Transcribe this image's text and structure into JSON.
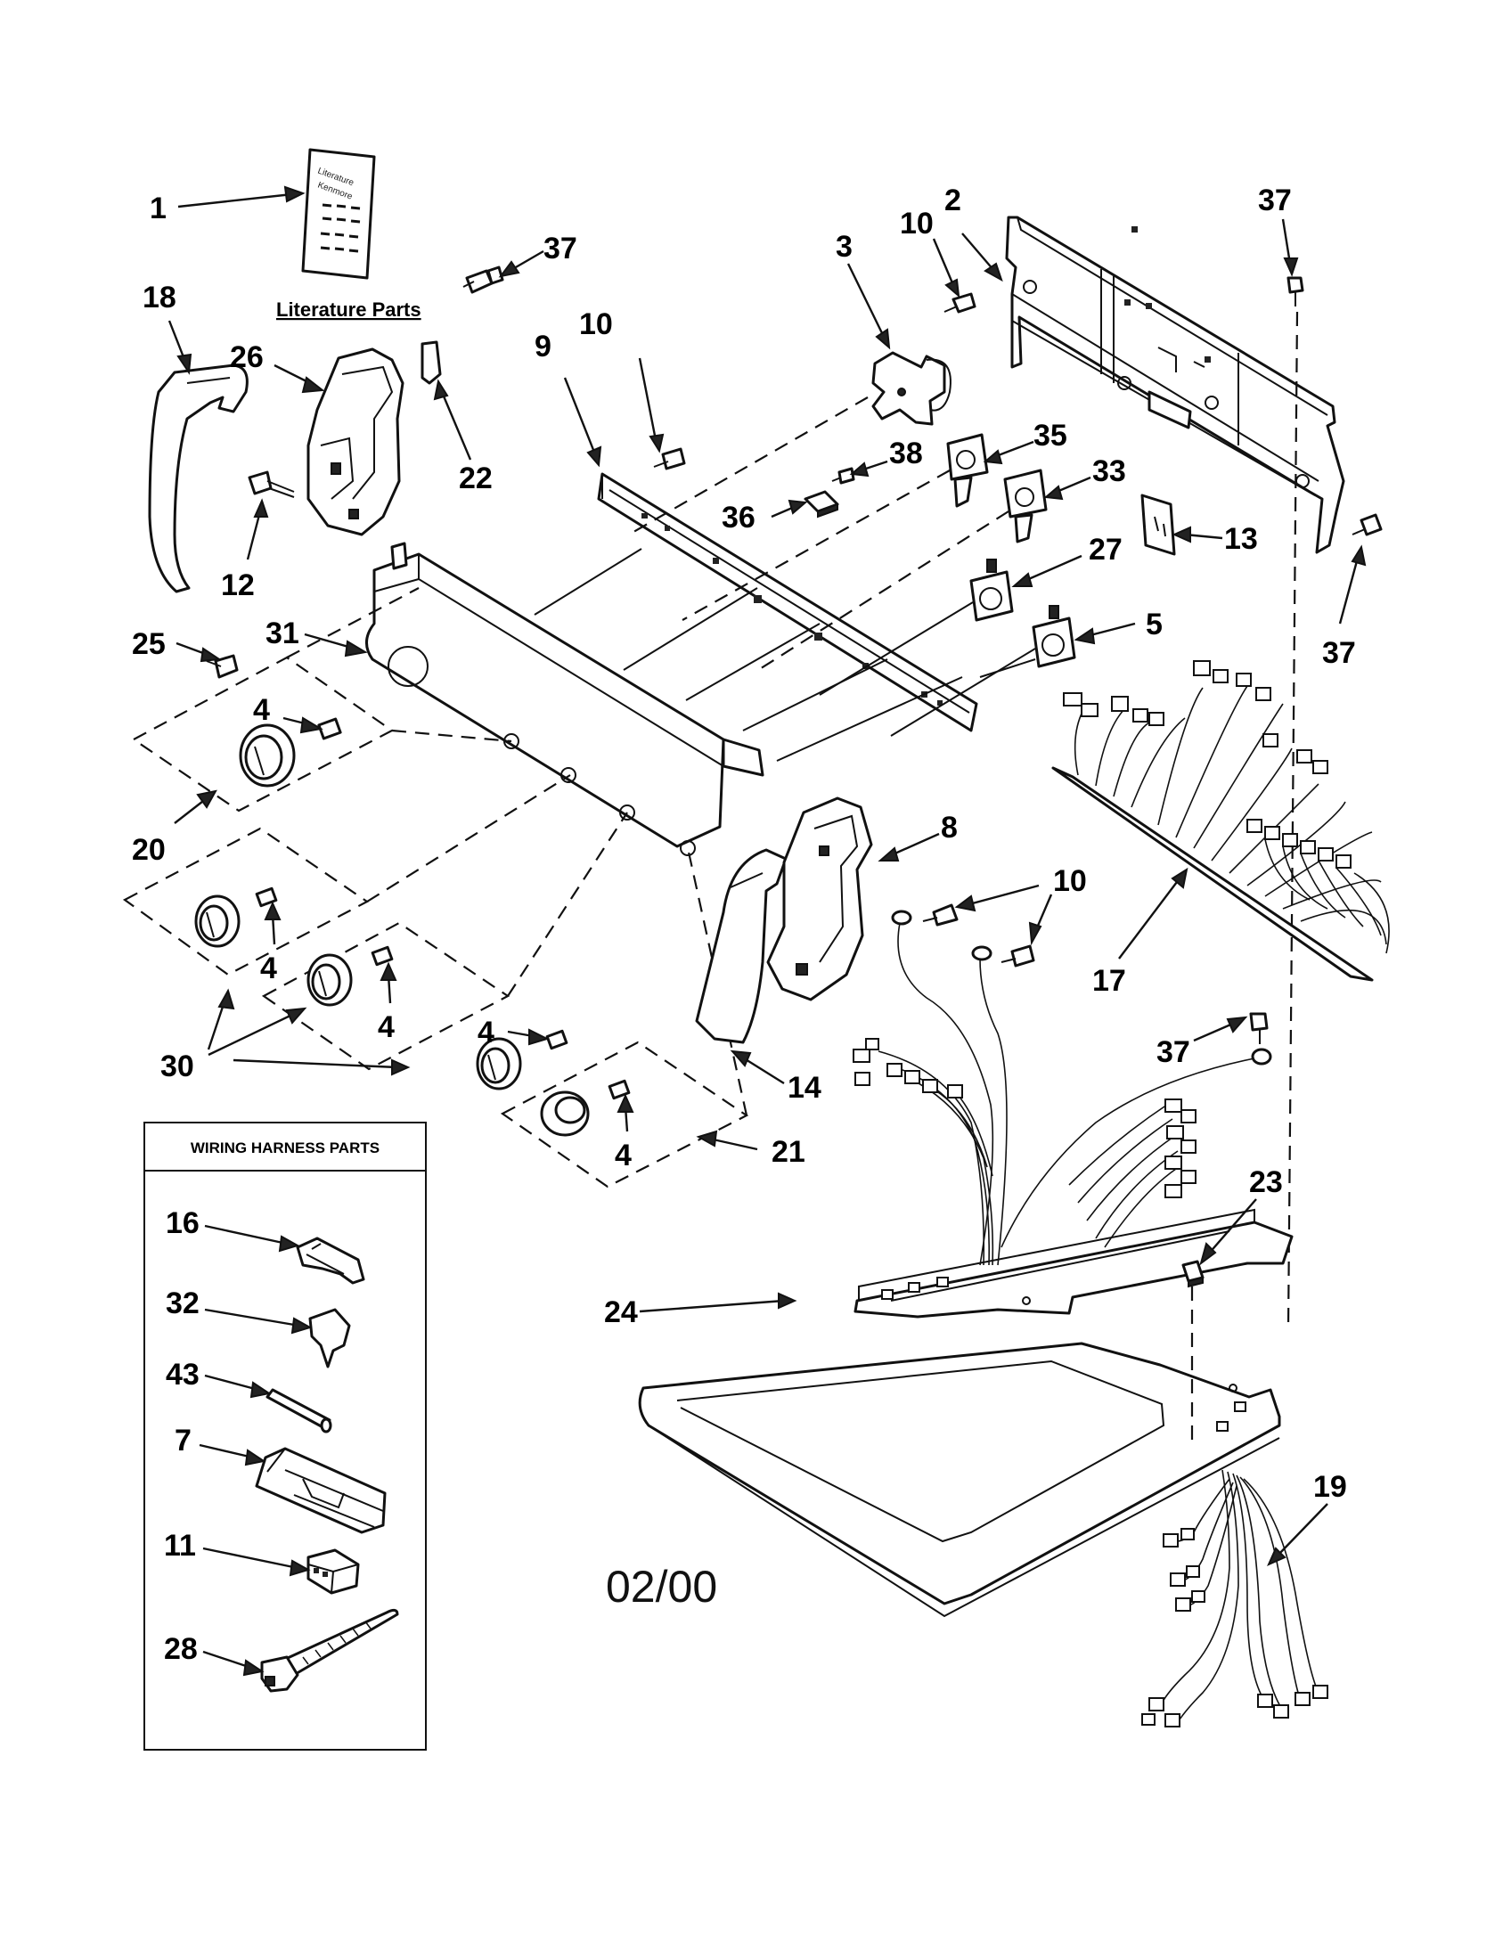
{
  "literature_label": "Literature Parts",
  "literature_booklet": {
    "brand_lines": [
      "Literature",
      "Kenmore"
    ]
  },
  "wiring_box_title": "WIRING HARNESS PARTS",
  "date_code": "02/00",
  "callouts": {
    "p1": "1",
    "p18": "18",
    "p26": "26",
    "p37a": "37",
    "p22": "22",
    "p12": "12",
    "p9": "9",
    "p10a": "10",
    "p3": "3",
    "p10b": "10",
    "p2": "2",
    "p37b": "37",
    "p35": "35",
    "p38": "38",
    "p36": "36",
    "p33": "33",
    "p13": "13",
    "p37c": "37",
    "p27": "27",
    "p5": "5",
    "p25": "25",
    "p31": "31",
    "p4a": "4",
    "p20": "20",
    "p4b": "4",
    "p4c": "4",
    "p30": "30",
    "p4d": "4",
    "p4e": "4",
    "p21": "21",
    "p8": "8",
    "p14": "14",
    "p10c": "10",
    "p17": "17",
    "p37d": "37",
    "p23": "23",
    "p24": "24",
    "p19": "19",
    "w16": "16",
    "w32": "32",
    "w43": "43",
    "w7": "7",
    "w11": "11",
    "w28": "28"
  }
}
